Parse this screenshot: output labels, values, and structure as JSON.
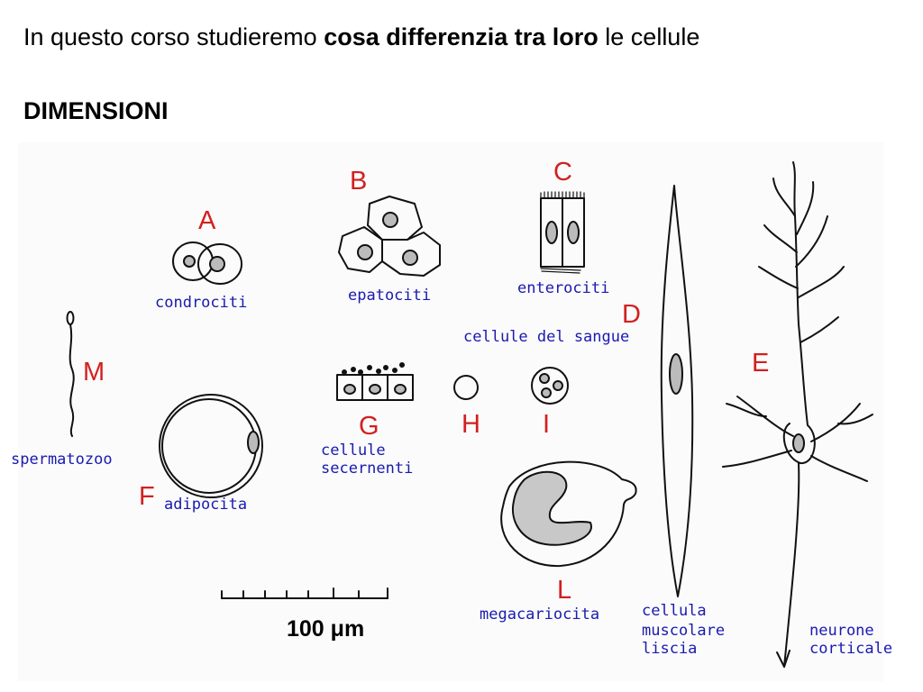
{
  "title": {
    "prefix": "In questo corso studieremo ",
    "bold": "cosa differenzia tra loro",
    "suffix": " le cellule"
  },
  "heading": "DIMENSIONI",
  "letters": {
    "A": "A",
    "B": "B",
    "C": "C",
    "D": "D",
    "E": "E",
    "F": "F",
    "G": "G",
    "H": "H",
    "I": "I",
    "L": "L",
    "M": "M"
  },
  "captions": {
    "condrociti": "condrociti",
    "epatociti": "epatociti",
    "enterociti": "enterociti",
    "cellule_sangue": "cellule del sangue",
    "spermatozoo": "spermatozoo",
    "cellule_secernenti_1": "cellule",
    "cellule_secernenti_2": "secernenti",
    "adipocita": "adipocita",
    "megacariocita": "megacariocita",
    "muscolare_1": "cellula",
    "muscolare_2": "muscolare",
    "muscolare_3": "liscia",
    "neurone_1": "neurone",
    "neurone_2": "corticale"
  },
  "scale_bar": {
    "label": "100 μm"
  },
  "colors": {
    "caption": "#1a1ab0",
    "letter": "#d22020",
    "ink": "#111111"
  }
}
